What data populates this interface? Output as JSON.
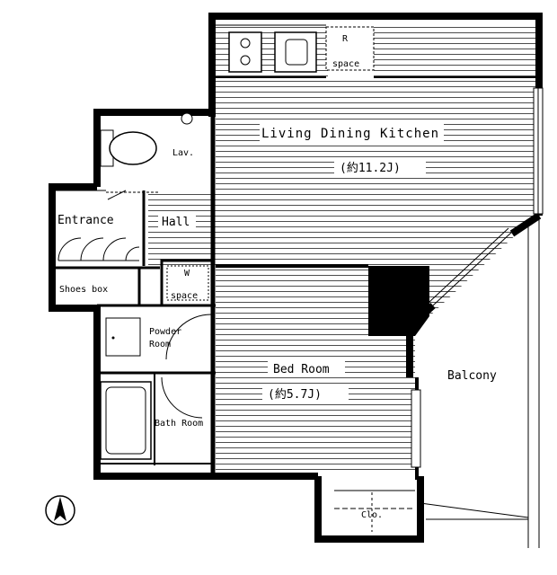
{
  "rooms": {
    "ldk": {
      "name": "Living Dining Kitchen",
      "area": "(約11.2J)"
    },
    "bedroom": {
      "name": "Bed Room",
      "area": "(約5.7J)"
    },
    "lavatory": "Lav.",
    "entrance": "Entrance",
    "hall": "Hall",
    "shoes_box": "Shoes box",
    "washer_space": {
      "mark": "W",
      "label": "space"
    },
    "powder_room": {
      "line1": "Powder",
      "line2": "Room"
    },
    "bath_room": "Bath Room",
    "closet": "Clo.",
    "balcony": "Balcony",
    "fridge_space": {
      "mark": "R",
      "label": "space"
    }
  },
  "colors": {
    "wall": "#000000",
    "floor_lines": "#000000",
    "background": "#ffffff"
  },
  "icons": {
    "north": "north-arrow-icon"
  }
}
